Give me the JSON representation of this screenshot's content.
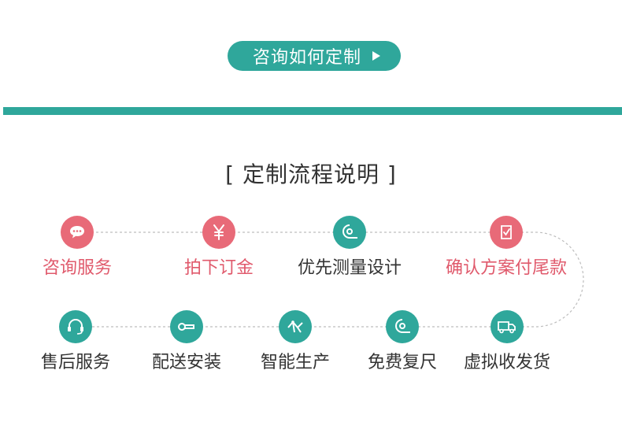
{
  "consult_button": {
    "label": "咨询如何定制"
  },
  "title": "[ 定制流程说明 ]",
  "colors": {
    "teal": "#2fa79b",
    "red": "#e86a78",
    "text_dark": "#333333",
    "text_red": "#e05a6c"
  },
  "steps_row1": [
    {
      "label": "咨询服务",
      "icon": "chat-bubble-icon",
      "accent": "red"
    },
    {
      "label": "拍下订金",
      "icon": "yen-icon",
      "accent": "red"
    },
    {
      "label": "优先测量设计",
      "icon": "tape-measure-icon",
      "accent": "teal"
    },
    {
      "label": "确认方案付尾款",
      "icon": "checklist-icon",
      "accent": "red"
    }
  ],
  "steps_row2": [
    {
      "label": "售后服务",
      "icon": "headset-icon",
      "accent": "teal"
    },
    {
      "label": "配送安装",
      "icon": "wrench-icon",
      "accent": "teal"
    },
    {
      "label": "智能生产",
      "icon": "machine-icon",
      "accent": "teal"
    },
    {
      "label": "免费复尺",
      "icon": "tape-measure-icon",
      "accent": "teal"
    },
    {
      "label": "虚拟收发货",
      "icon": "truck-icon",
      "accent": "teal"
    }
  ]
}
